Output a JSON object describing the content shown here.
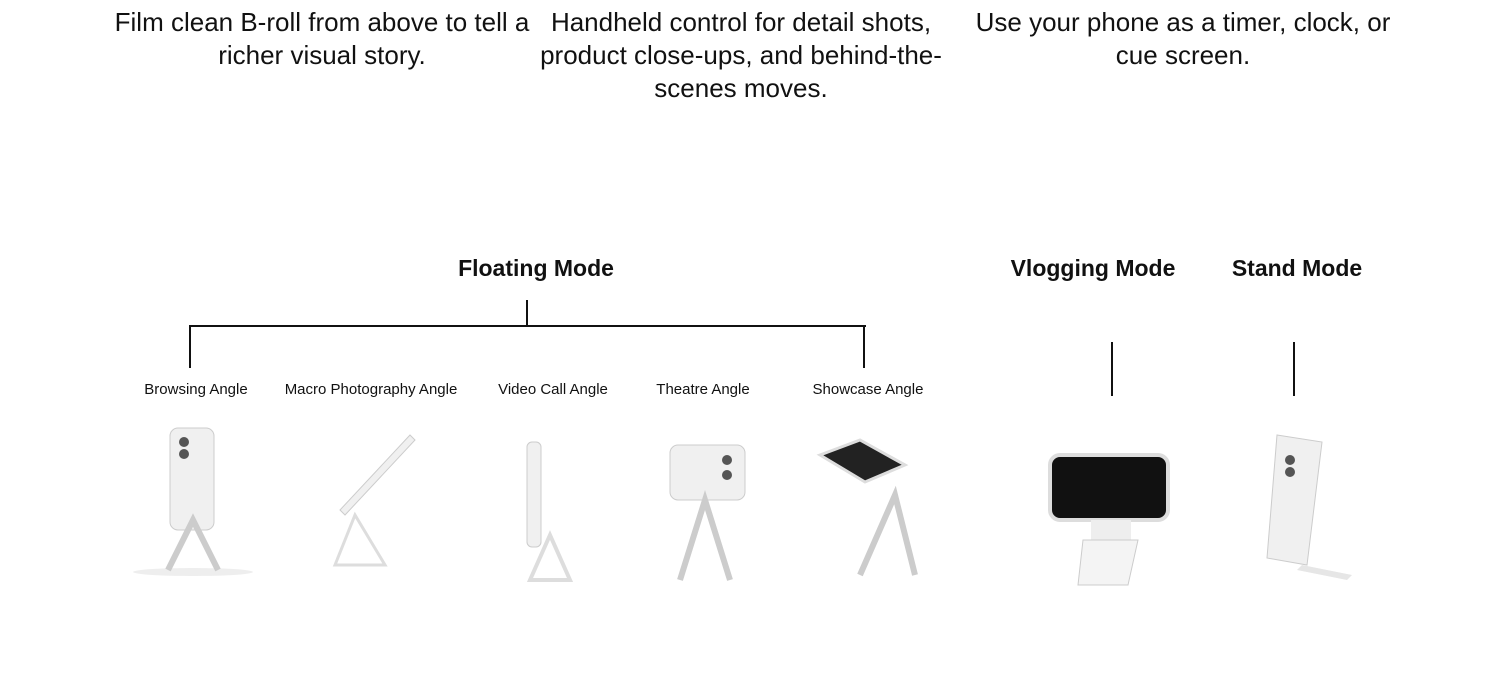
{
  "captions": [
    "Film clean B-roll from above to tell a richer visual story.",
    "Handheld control for detail shots, product close-ups, and behind-the-scenes moves.",
    "Use your phone as a timer, clock, or cue screen."
  ],
  "modes": {
    "floating": "Floating Mode",
    "vlogging": "Vlogging Mode",
    "stand": "Stand Mode"
  },
  "angles": [
    "Browsing Angle",
    "Macro Photography Angle",
    "Video Call Angle",
    "Theatre Angle",
    "Showcase Angle"
  ]
}
